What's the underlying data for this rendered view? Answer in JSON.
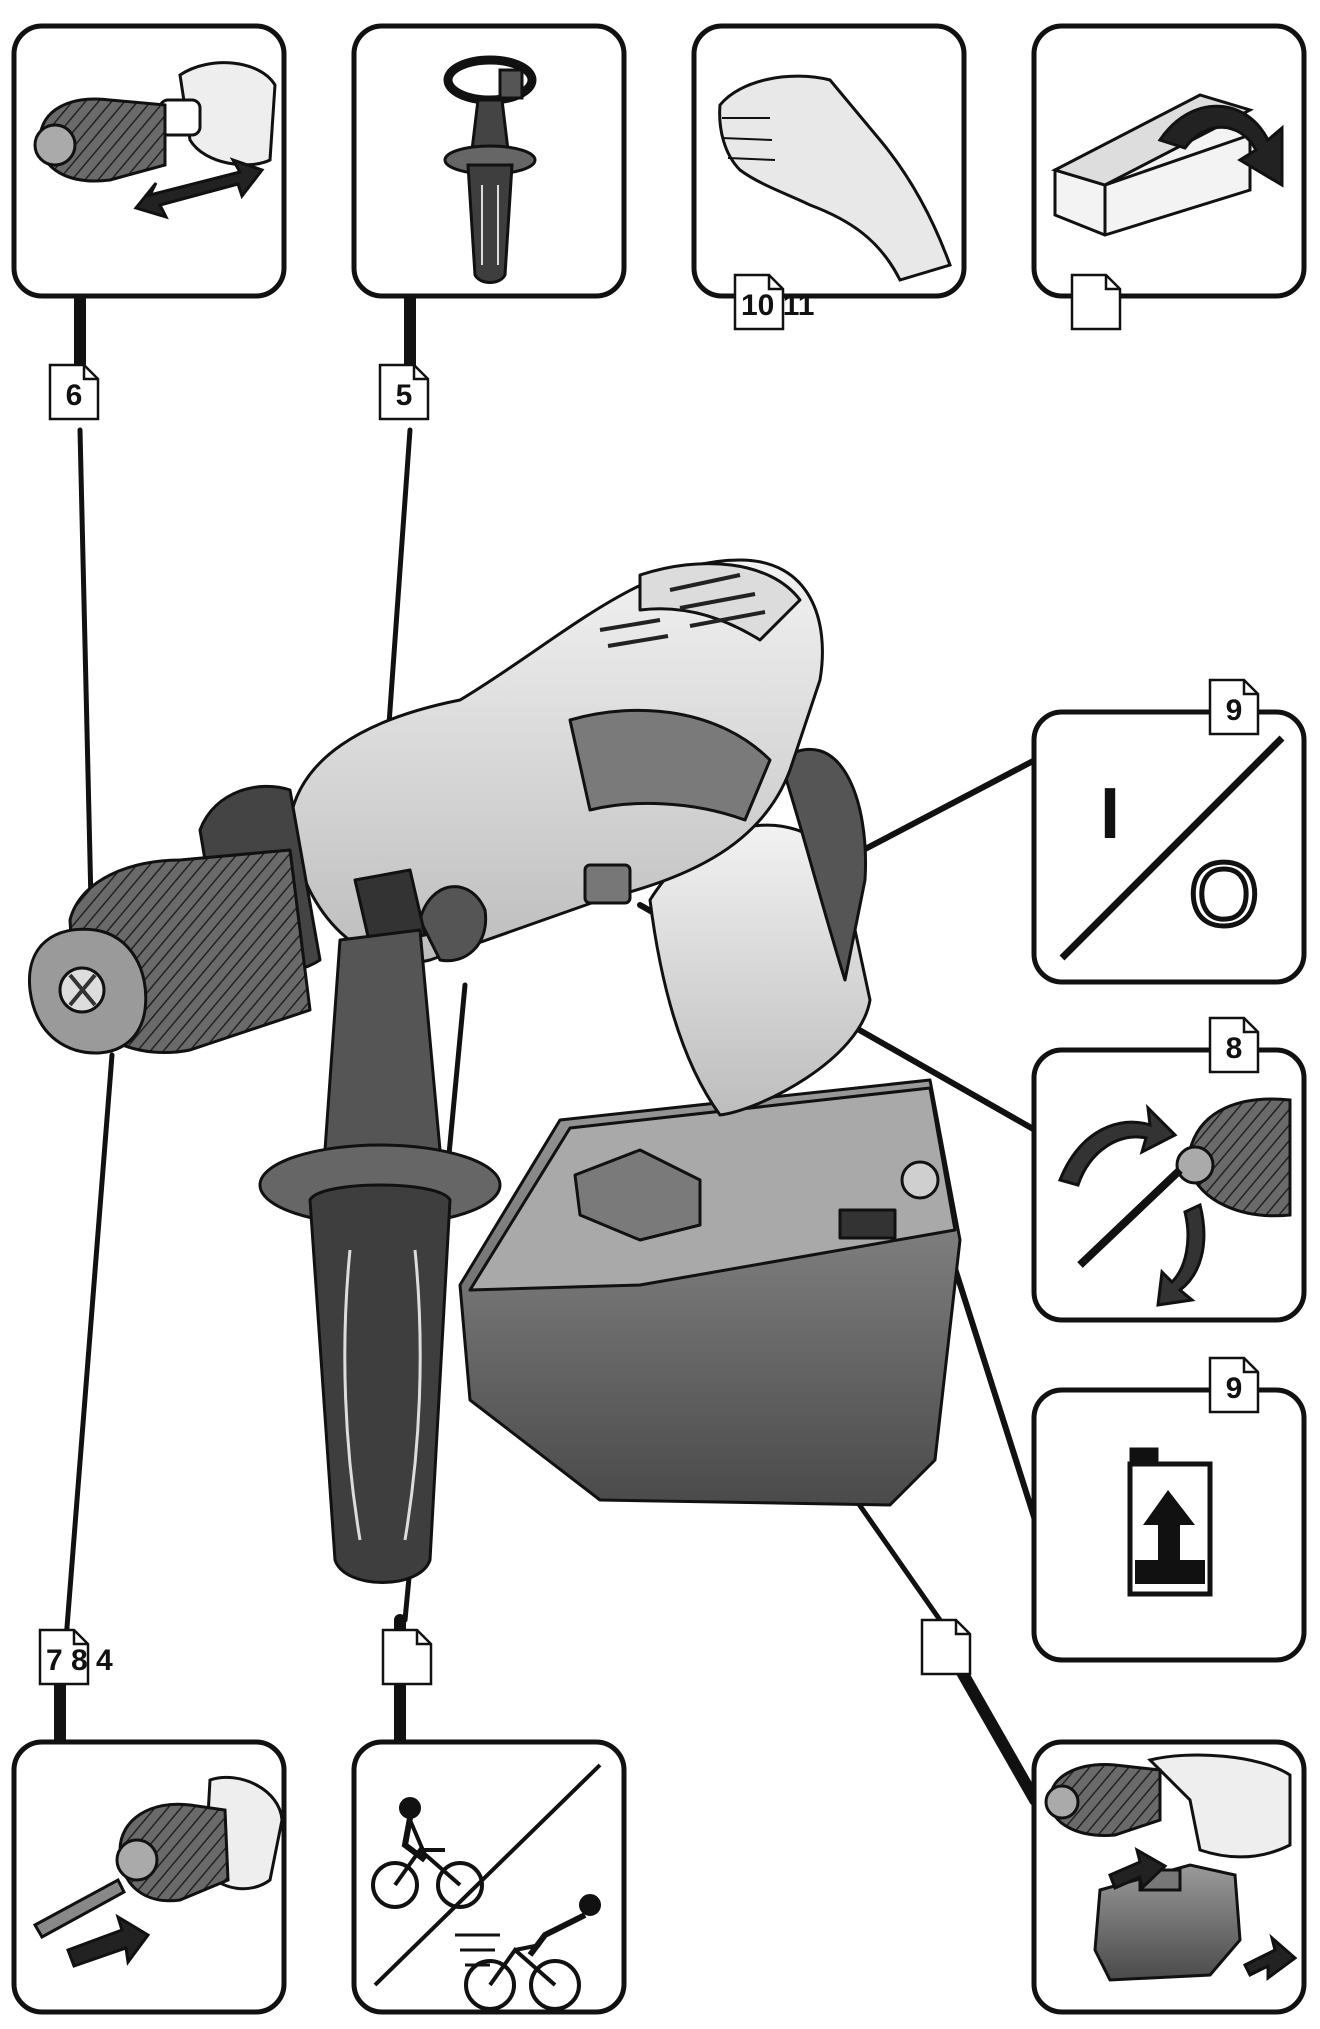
{
  "page": {
    "background": "#ffffff",
    "ink": "#111111",
    "panel_fill": "#ffffff",
    "tool_light": "#e6e6e6",
    "tool_mid": "#b9b9b9",
    "tool_dark": "#5a5a5a",
    "tool_darker": "#3a3a3a"
  },
  "panels": [
    {
      "id": "chuck-removal",
      "icon": "chuck-removal-icon",
      "ref": "6"
    },
    {
      "id": "side-handle",
      "icon": "side-handle-icon",
      "ref": "5"
    },
    {
      "id": "hand-protection",
      "icon": "hand-icon",
      "ref": "10 11"
    },
    {
      "id": "packaging",
      "icon": "package-open-icon",
      "ref": ""
    },
    {
      "id": "on-off-switch",
      "icon": "on-off-icon",
      "ref": "9",
      "symbol_on": "I",
      "symbol_off": "O"
    },
    {
      "id": "rotation-direction",
      "icon": "rotation-direction-icon",
      "ref": "8"
    },
    {
      "id": "battery-indicator",
      "icon": "battery-charge-icon",
      "ref": "9"
    },
    {
      "id": "tool-insertion",
      "icon": "bit-insertion-icon",
      "ref": "7 8 4"
    },
    {
      "id": "gear-selector",
      "icon": "gear-speed-icon",
      "ref": ""
    },
    {
      "id": "battery-replacement",
      "icon": "battery-swap-icon",
      "ref": ""
    }
  ]
}
